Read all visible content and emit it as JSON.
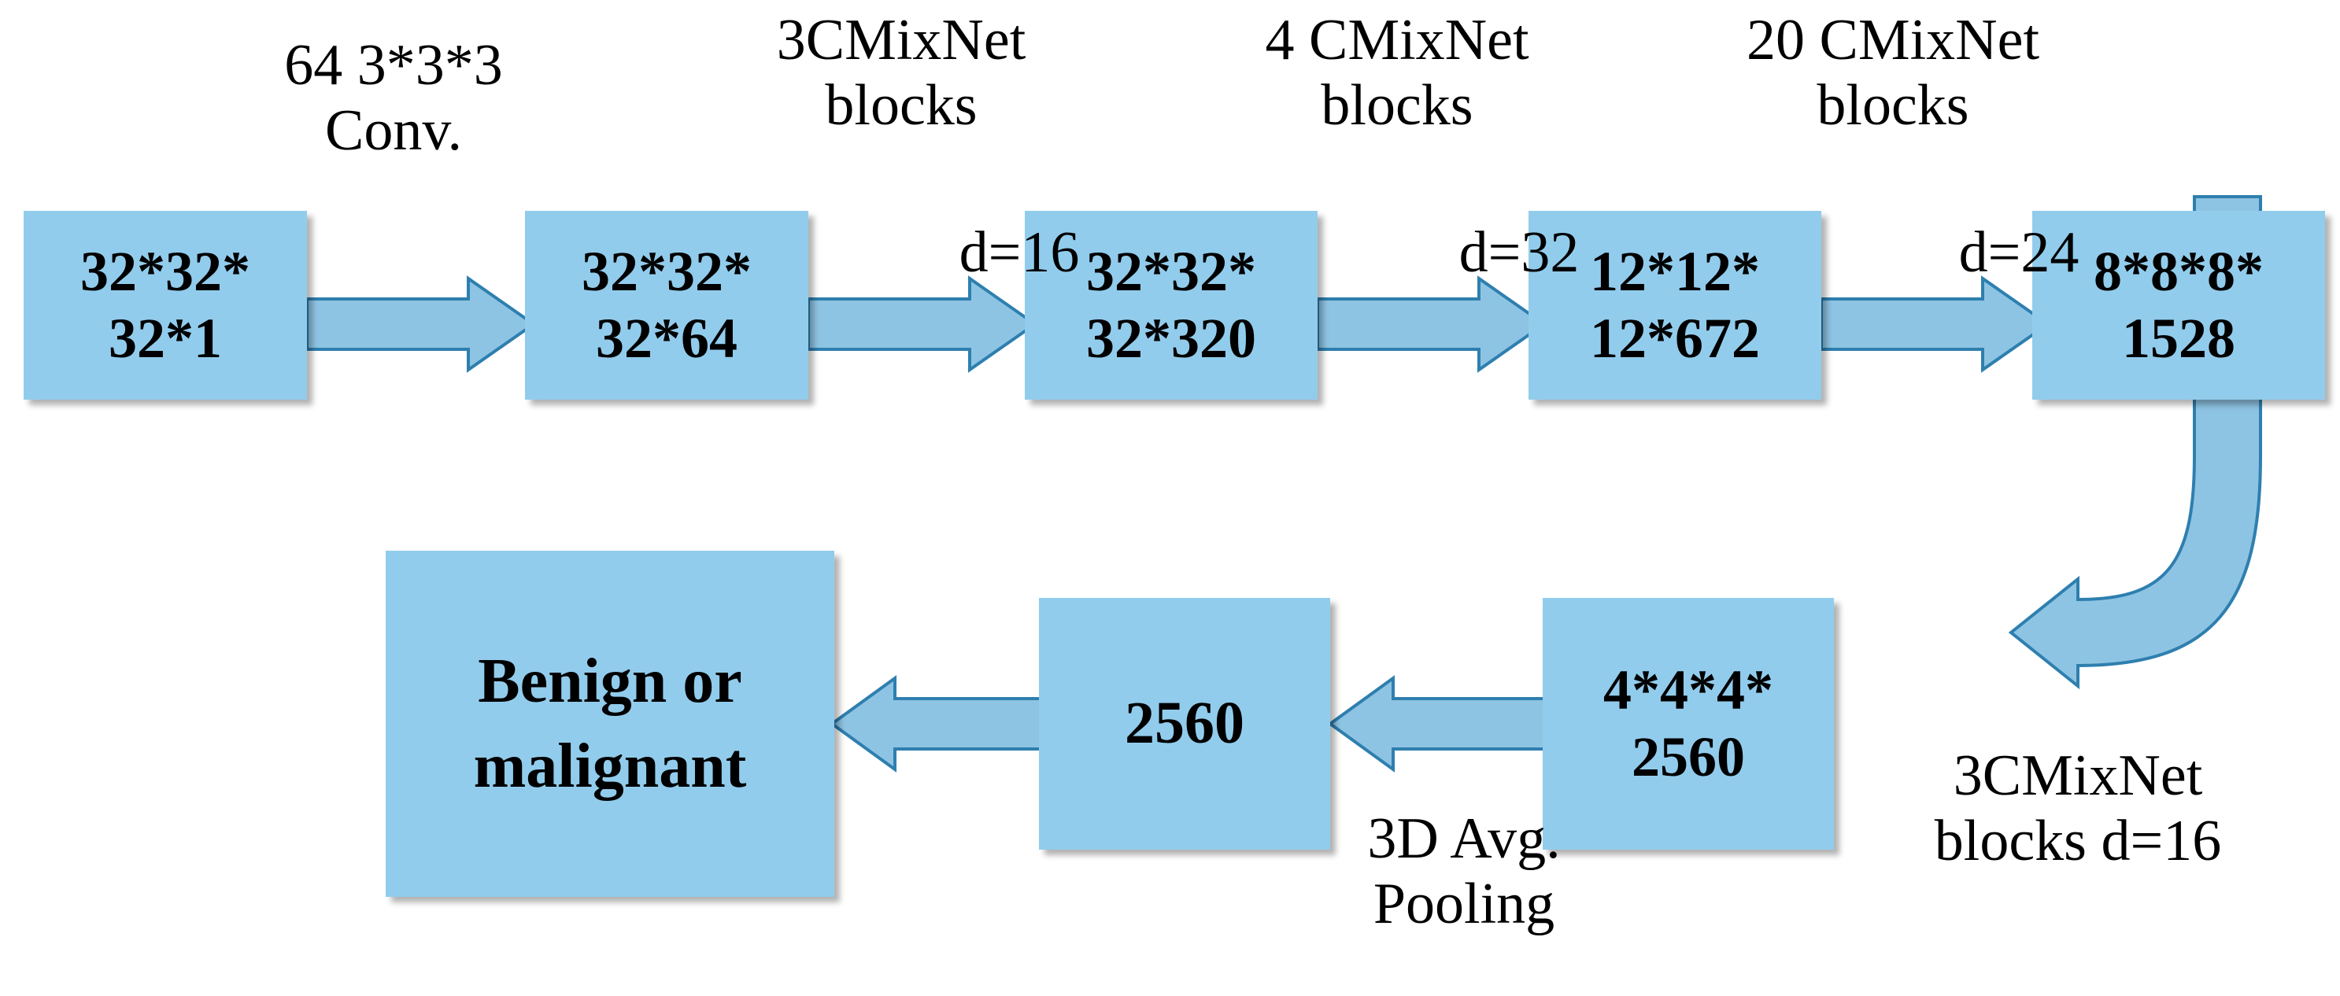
{
  "diagram": {
    "title": "CMixNet 3D CNN lung nodule classification architecture",
    "colors": {
      "box_fill": "#92CCEC",
      "arrow_fill": "#8EC4E3",
      "arrow_stroke": "#2E7FAF",
      "text": "#000000",
      "background": "#FFFFFF"
    },
    "boxes": [
      {
        "id": "input",
        "line1": "32*32*",
        "line2": "32*1"
      },
      {
        "id": "conv64",
        "line1": "32*32*",
        "line2": "32*64"
      },
      {
        "id": "stage1",
        "line1": "32*32*",
        "line2": "32*320"
      },
      {
        "id": "stage2",
        "line1": "12*12*",
        "line2": "12*672"
      },
      {
        "id": "stage3",
        "line1": "8*8*8*",
        "line2": "1528"
      },
      {
        "id": "pooled",
        "line1": "4*4*4*",
        "line2": "2560"
      },
      {
        "id": "flatten",
        "line1": "2560",
        "line2": ""
      },
      {
        "id": "output",
        "line1": "Benign or",
        "line2": "malignant"
      }
    ],
    "labels": {
      "conv_label": "64 3*3*3\nConv.",
      "blocks1_label": "3CMixNet\nblocks",
      "blocks2_label": "4 CMixNet\nblocks",
      "blocks3_label": "20 CMixNet\nblocks",
      "d16_top": "d=16",
      "d32": "d=32",
      "d24": "d=24",
      "avgpool_label": "3D Avg.\nPooling",
      "blocks4_label": "3CMixNet\nblocks d=16"
    },
    "arrows": [
      {
        "id": "input-to-conv64",
        "direction": "right"
      },
      {
        "id": "conv64-to-stage1",
        "direction": "right"
      },
      {
        "id": "stage1-to-stage2",
        "direction": "right"
      },
      {
        "id": "stage2-to-stage3",
        "direction": "right"
      },
      {
        "id": "stage3-to-pooled",
        "direction": "elbow-down-left"
      },
      {
        "id": "pooled-to-flatten",
        "direction": "left"
      },
      {
        "id": "flatten-to-output",
        "direction": "left"
      }
    ]
  }
}
